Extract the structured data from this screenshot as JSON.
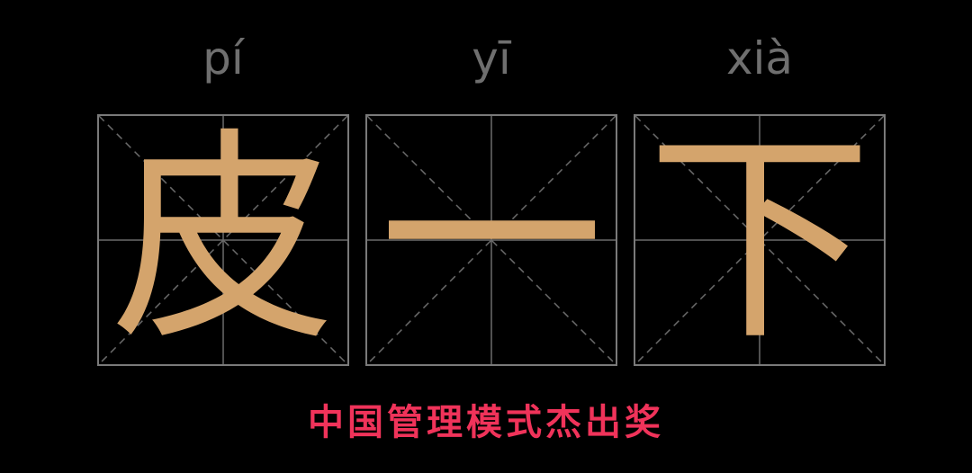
{
  "characters": [
    {
      "pinyin": "pí",
      "hanzi": "皮"
    },
    {
      "pinyin": "yī",
      "hanzi": "一"
    },
    {
      "pinyin": "xià",
      "hanzi": "下"
    }
  ],
  "tagline": "中国管理模式杰出奖",
  "colors": {
    "background": "#000000",
    "pinyin": "#6f6f6f",
    "grid_border": "#7a7a7a",
    "grid_guides": "#6a6a6a",
    "hanzi": "#d4a46c",
    "tagline": "#f0335a"
  }
}
